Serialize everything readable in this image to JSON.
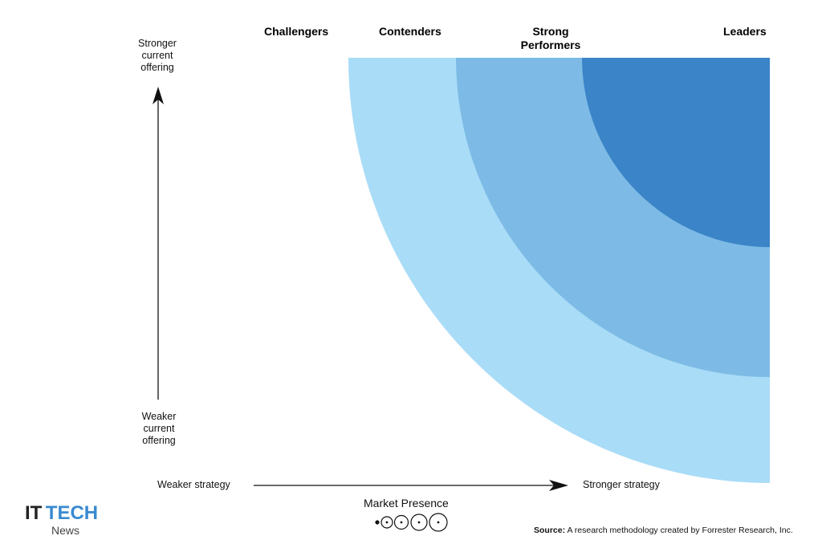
{
  "chart_data": {
    "type": "area",
    "categories": [
      "Challengers",
      "Contenders",
      "Strong Performers",
      "Leaders"
    ],
    "zones": [
      {
        "name": "Contenders",
        "color": "#a9dcf7"
      },
      {
        "name": "Strong Performers",
        "color": "#7dbbe6"
      },
      {
        "name": "Leaders",
        "color": "#3a84c7"
      }
    ],
    "y_axis": {
      "top_label": "Stronger current offering",
      "bottom_label": "Weaker current offering"
    },
    "x_axis": {
      "left_label": "Weaker strategy",
      "right_label": "Stronger strategy"
    },
    "legend": {
      "title": "Market Presence",
      "sizes": [
        1,
        2,
        3,
        4,
        5
      ]
    }
  },
  "header": {
    "challengers": "Challengers",
    "contenders": "Contenders",
    "strong_line1": "Strong",
    "strong_line2": "Performers",
    "leaders": "Leaders"
  },
  "yaxis": {
    "top_line1": "Stronger",
    "top_line2": "current",
    "top_line3": "offering",
    "bottom_line1": "Weaker",
    "bottom_line2": "current",
    "bottom_line3": "offering"
  },
  "xaxis": {
    "left": "Weaker strategy",
    "right": "Stronger strategy"
  },
  "legend": {
    "title": "Market Presence"
  },
  "logo": {
    "it": "IT",
    "tech": "TECH",
    "news": "News",
    "it_color": "#222222",
    "tech_color": "#3a8ad0"
  },
  "source": {
    "label": "Source:",
    "text": "A research methodology created by Forrester Research, Inc."
  }
}
